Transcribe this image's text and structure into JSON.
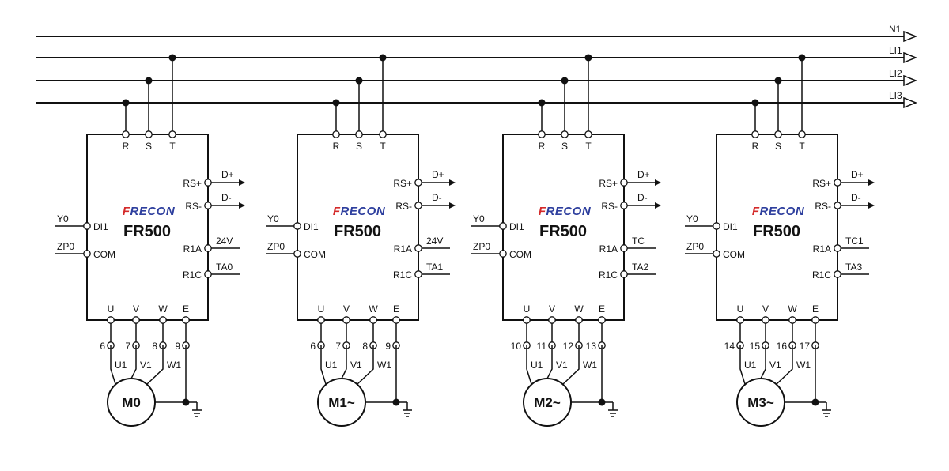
{
  "bus_lines": [
    {
      "label": "N1"
    },
    {
      "label": "LI1"
    },
    {
      "label": "LI2"
    },
    {
      "label": "LI3"
    }
  ],
  "brand": {
    "part1": "F",
    "part2": "RECON",
    "accent_color": "#d42a2a",
    "main_color": "#2e3f9e"
  },
  "drives": [
    {
      "model": "FR500",
      "input_terminals": [
        "R",
        "S",
        "T"
      ],
      "di_signal": "Y0",
      "di_terminal": "DI1",
      "com_signal": "ZP0",
      "com_terminal": "COM",
      "rs_plus_terminal": "RS+",
      "rs_plus_signal": "D+",
      "rs_minus_terminal": "RS-",
      "rs_minus_signal": "D-",
      "r1a_terminal": "R1A",
      "r1a_signal": "24V",
      "r1c_terminal": "R1C",
      "r1c_signal": "TA0",
      "output_terminals": [
        "U",
        "V",
        "W",
        "E"
      ],
      "wire_numbers": [
        "6",
        "7",
        "8",
        "9"
      ],
      "phase_labels": [
        "U1",
        "V1",
        "W1"
      ],
      "motor_label": "M0"
    },
    {
      "model": "FR500",
      "input_terminals": [
        "R",
        "S",
        "T"
      ],
      "di_signal": "Y0",
      "di_terminal": "DI1",
      "com_signal": "ZP0",
      "com_terminal": "COM",
      "rs_plus_terminal": "RS+",
      "rs_plus_signal": "D+",
      "rs_minus_terminal": "RS-",
      "rs_minus_signal": "D-",
      "r1a_terminal": "R1A",
      "r1a_signal": "24V",
      "r1c_terminal": "R1C",
      "r1c_signal": "TA1",
      "output_terminals": [
        "U",
        "V",
        "W",
        "E"
      ],
      "wire_numbers": [
        "6",
        "7",
        "8",
        "9"
      ],
      "phase_labels": [
        "U1",
        "V1",
        "W1"
      ],
      "motor_label": "M1~"
    },
    {
      "model": "FR500",
      "input_terminals": [
        "R",
        "S",
        "T"
      ],
      "di_signal": "Y0",
      "di_terminal": "DI1",
      "com_signal": "ZP0",
      "com_terminal": "COM",
      "rs_plus_terminal": "RS+",
      "rs_plus_signal": "D+",
      "rs_minus_terminal": "RS-",
      "rs_minus_signal": "D-",
      "r1a_terminal": "R1A",
      "r1a_signal": "TC",
      "r1c_terminal": "R1C",
      "r1c_signal": "TA2",
      "output_terminals": [
        "U",
        "V",
        "W",
        "E"
      ],
      "wire_numbers": [
        "10",
        "11",
        "12",
        "13"
      ],
      "phase_labels": [
        "U1",
        "V1",
        "W1"
      ],
      "motor_label": "M2~"
    },
    {
      "model": "FR500",
      "input_terminals": [
        "R",
        "S",
        "T"
      ],
      "di_signal": "Y0",
      "di_terminal": "DI1",
      "com_signal": "ZP0",
      "com_terminal": "COM",
      "rs_plus_terminal": "RS+",
      "rs_plus_signal": "D+",
      "rs_minus_terminal": "RS-",
      "rs_minus_signal": "D-",
      "r1a_terminal": "R1A",
      "r1a_signal": "TC1",
      "r1c_terminal": "R1C",
      "r1c_signal": "TA3",
      "output_terminals": [
        "U",
        "V",
        "W",
        "E"
      ],
      "wire_numbers": [
        "14",
        "15",
        "16",
        "17"
      ],
      "phase_labels": [
        "U1",
        "V1",
        "W1"
      ],
      "motor_label": "M3~"
    }
  ]
}
